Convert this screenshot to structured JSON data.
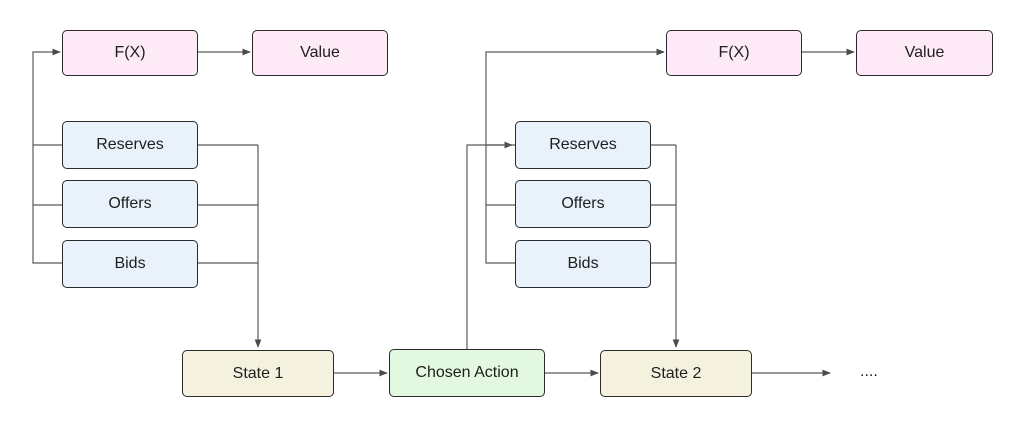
{
  "diagram": {
    "left": {
      "fx": "F(X)",
      "value": "Value",
      "reserves": "Reserves",
      "offers": "Offers",
      "bids": "Bids",
      "state": "State 1"
    },
    "middle": {
      "action": "Chosen Action"
    },
    "right": {
      "fx": "F(X)",
      "value": "Value",
      "reserves": "Reserves",
      "offers": "Offers",
      "bids": "Bids",
      "state": "State 2"
    },
    "continuation": "...."
  },
  "colors": {
    "fx_fill": "#fdeaf6",
    "input_fill": "#e9f1fb",
    "state_fill": "#f5f1df",
    "action_fill": "#e3f8e0",
    "line": "#555555"
  }
}
